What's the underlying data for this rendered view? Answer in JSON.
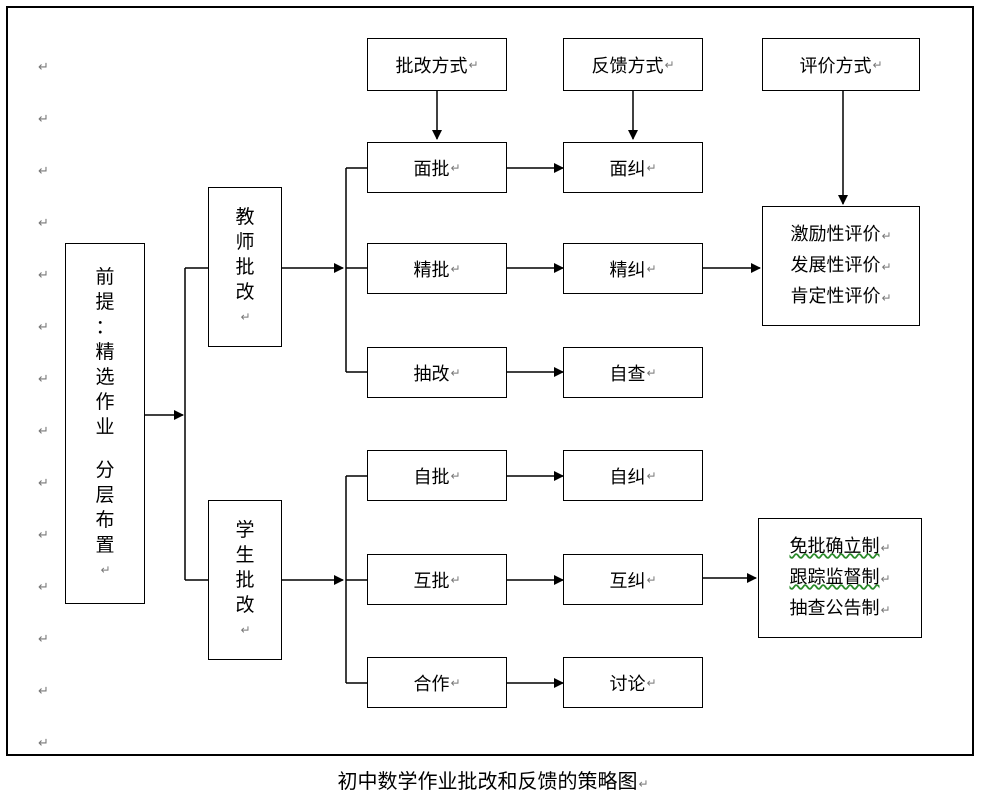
{
  "paragraph_mark": "↵",
  "header_boxes": {
    "grading_method": "批改方式",
    "feedback_method": "反馈方式",
    "evaluation_method": "评价方式"
  },
  "premise_box": [
    "前",
    "提",
    "：",
    "精",
    "选",
    "作",
    "业",
    "",
    "分",
    "层",
    "布",
    "置"
  ],
  "teacher_box": [
    "教",
    "师",
    "批",
    "改"
  ],
  "student_box": [
    "学",
    "生",
    "批",
    "改"
  ],
  "teacher_grading": [
    "面批",
    "精批",
    "抽改"
  ],
  "teacher_feedback": [
    "面纠",
    "精纠",
    "自查"
  ],
  "student_grading": [
    "自批",
    "互批",
    "合作"
  ],
  "student_feedback": [
    "自纠",
    "互纠",
    "讨论"
  ],
  "evaluation_box": [
    "激励性评价",
    "发展性评价",
    "肯定性评价"
  ],
  "mechanism_box": [
    "免批确立制",
    "跟踪监督制",
    "抽查公告制"
  ],
  "caption": "初中数学作业批改和反馈的策略图"
}
